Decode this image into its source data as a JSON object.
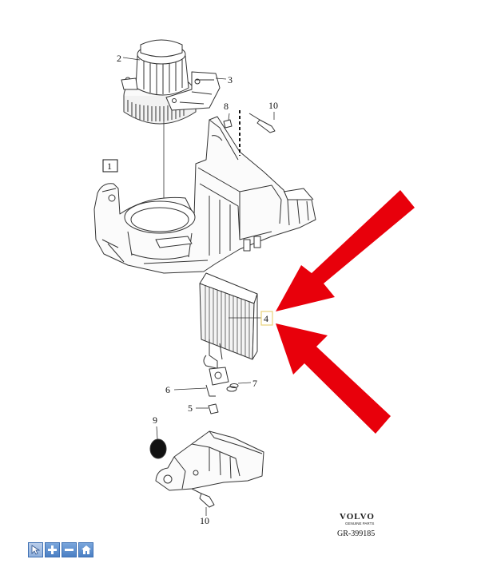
{
  "diagram": {
    "callouts": {
      "c1": "1",
      "c2": "2",
      "c3": "3",
      "c4": "4",
      "c5": "5",
      "c6": "6",
      "c7": "7",
      "c8": "8",
      "c9": "9",
      "c10a": "10",
      "c10b": "10"
    },
    "brand": {
      "name": "VOLVO",
      "tagline": "GENUINE PARTS"
    },
    "drawing_code": "GR-399185",
    "colors": {
      "arrow": "#e8000b",
      "highlight_box": "#e8d27a",
      "line": "#333333"
    }
  },
  "toolbar": {
    "buttons": [
      {
        "icon": "pointer-icon"
      },
      {
        "icon": "zoom-in-icon"
      },
      {
        "icon": "zoom-out-icon"
      },
      {
        "icon": "home-icon"
      }
    ]
  }
}
